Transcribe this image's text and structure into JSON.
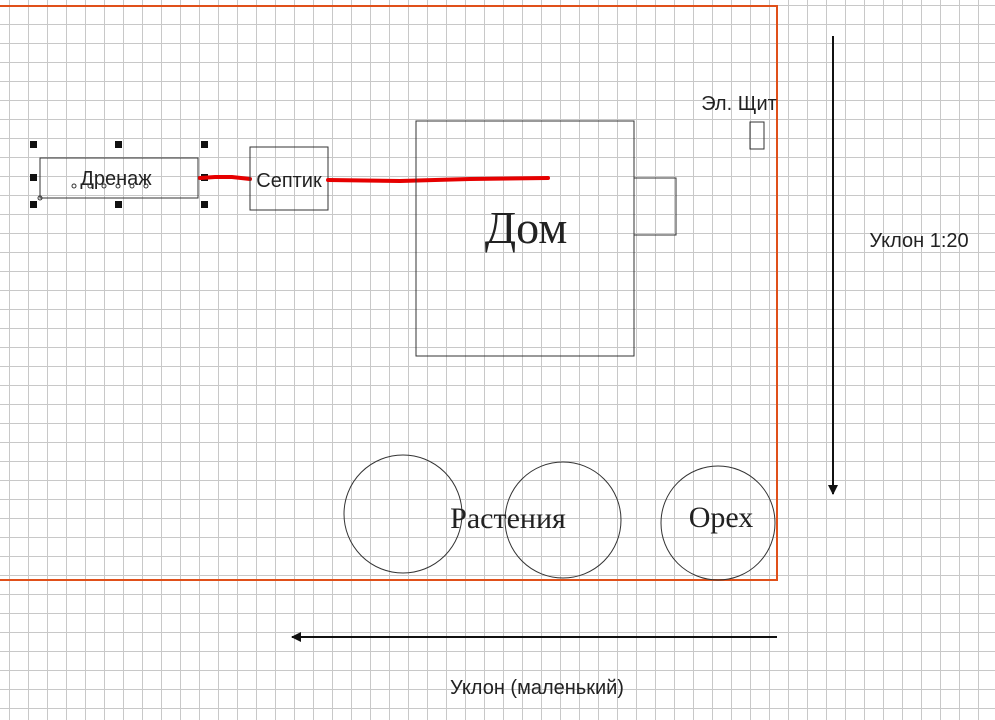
{
  "labels": {
    "drainage": "Дренаж",
    "septic": "Септик",
    "house": "Дом",
    "panel": "Эл. Щит",
    "slope_vertical": "Уклон 1:20",
    "slope_horizontal": "Уклон (маленький)",
    "plants": "Растения",
    "walnut": "Орех"
  },
  "colors": {
    "boundary": "#e0501a",
    "pipe": "#e60000",
    "grid": "#c8c8c8",
    "stroke": "#333333",
    "text": "#222222"
  }
}
